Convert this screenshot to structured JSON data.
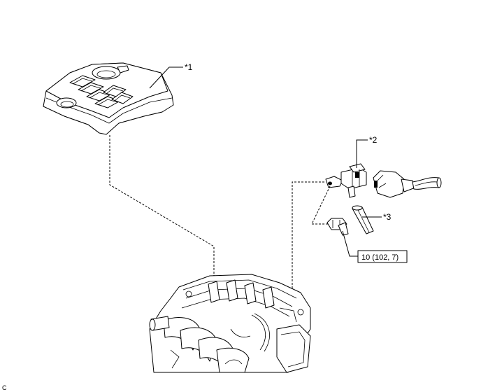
{
  "callouts": {
    "engine_cover": "*1",
    "sensor": "*2",
    "hose": "*3"
  },
  "torque_spec": "10 (102, 7)",
  "corner_label": "C",
  "icons": [
    "engine-cover-icon",
    "pressure-sensor-icon",
    "connector-icon",
    "hose-icon",
    "bolt-icon",
    "engine-assembly-icon"
  ]
}
